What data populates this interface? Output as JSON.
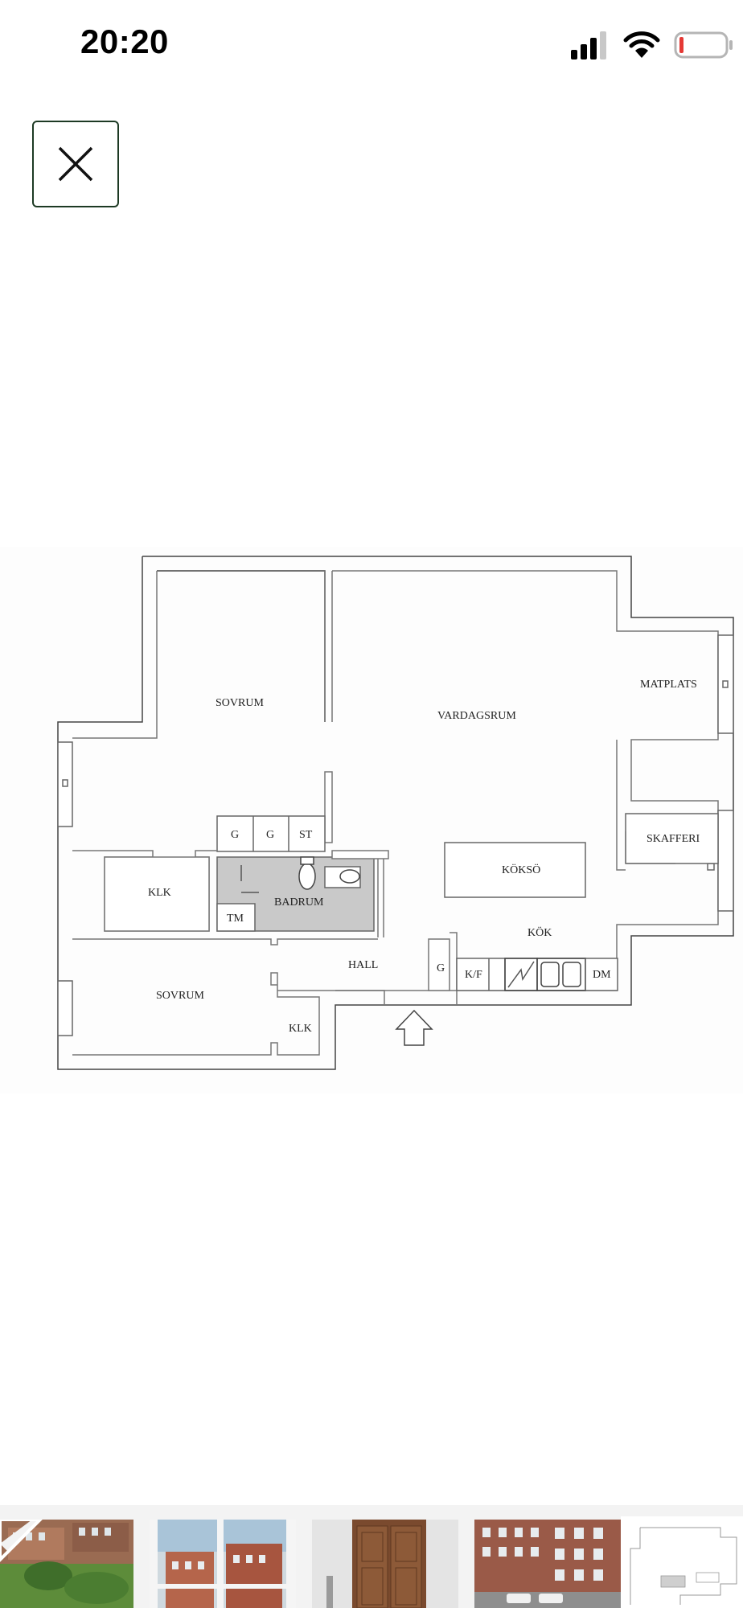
{
  "status_bar": {
    "time": "20:20",
    "icons": [
      "cellular-signal-icon",
      "wifi-icon",
      "battery-icon"
    ],
    "battery_color": "#e53935"
  },
  "viewer": {
    "close_icon": "close-icon",
    "close_border_color": "#1d3a24"
  },
  "floorplan": {
    "rooms": {
      "sovrum_top": "SOVRUM",
      "vardagsrum": "VARDAGSRUM",
      "matplats": "MATPLATS",
      "skafferi": "SKAFFERI",
      "g1": "G",
      "g2": "G",
      "st": "ST",
      "klk_left": "KLK",
      "badrum": "BADRUM",
      "tm": "TM",
      "koksö": "KÖKSÖ",
      "kok": "KÖK",
      "hall": "HALL",
      "g3": "G",
      "kf": "K/F",
      "dm": "DM",
      "sovrum_bottom": "SOVRUM",
      "klk_bottom": "KLK"
    }
  },
  "thumbnails": [
    {
      "name": "courtyard-garden-photo"
    },
    {
      "name": "window-view-photo"
    },
    {
      "name": "wooden-door-photo"
    },
    {
      "name": "brick-building-street-photo"
    },
    {
      "name": "floorplan-thumbnail"
    }
  ]
}
